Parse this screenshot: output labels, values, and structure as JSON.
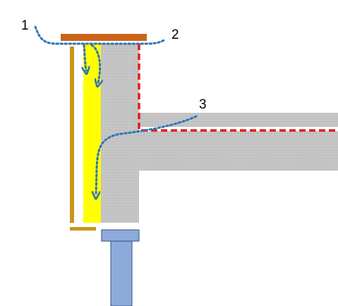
{
  "labels": {
    "one": "1",
    "two": "2",
    "three": "3"
  },
  "colors": {
    "cap_plate": "#c8651b",
    "gold_strip": "#c9961a",
    "insulation": "#ffff00",
    "concrete": "#c0c0c0",
    "red_dashed": "#e8191c",
    "flow_dotted": "#2e75b6",
    "column": "#8eaadb",
    "column_stroke": "#2f4f7f"
  }
}
